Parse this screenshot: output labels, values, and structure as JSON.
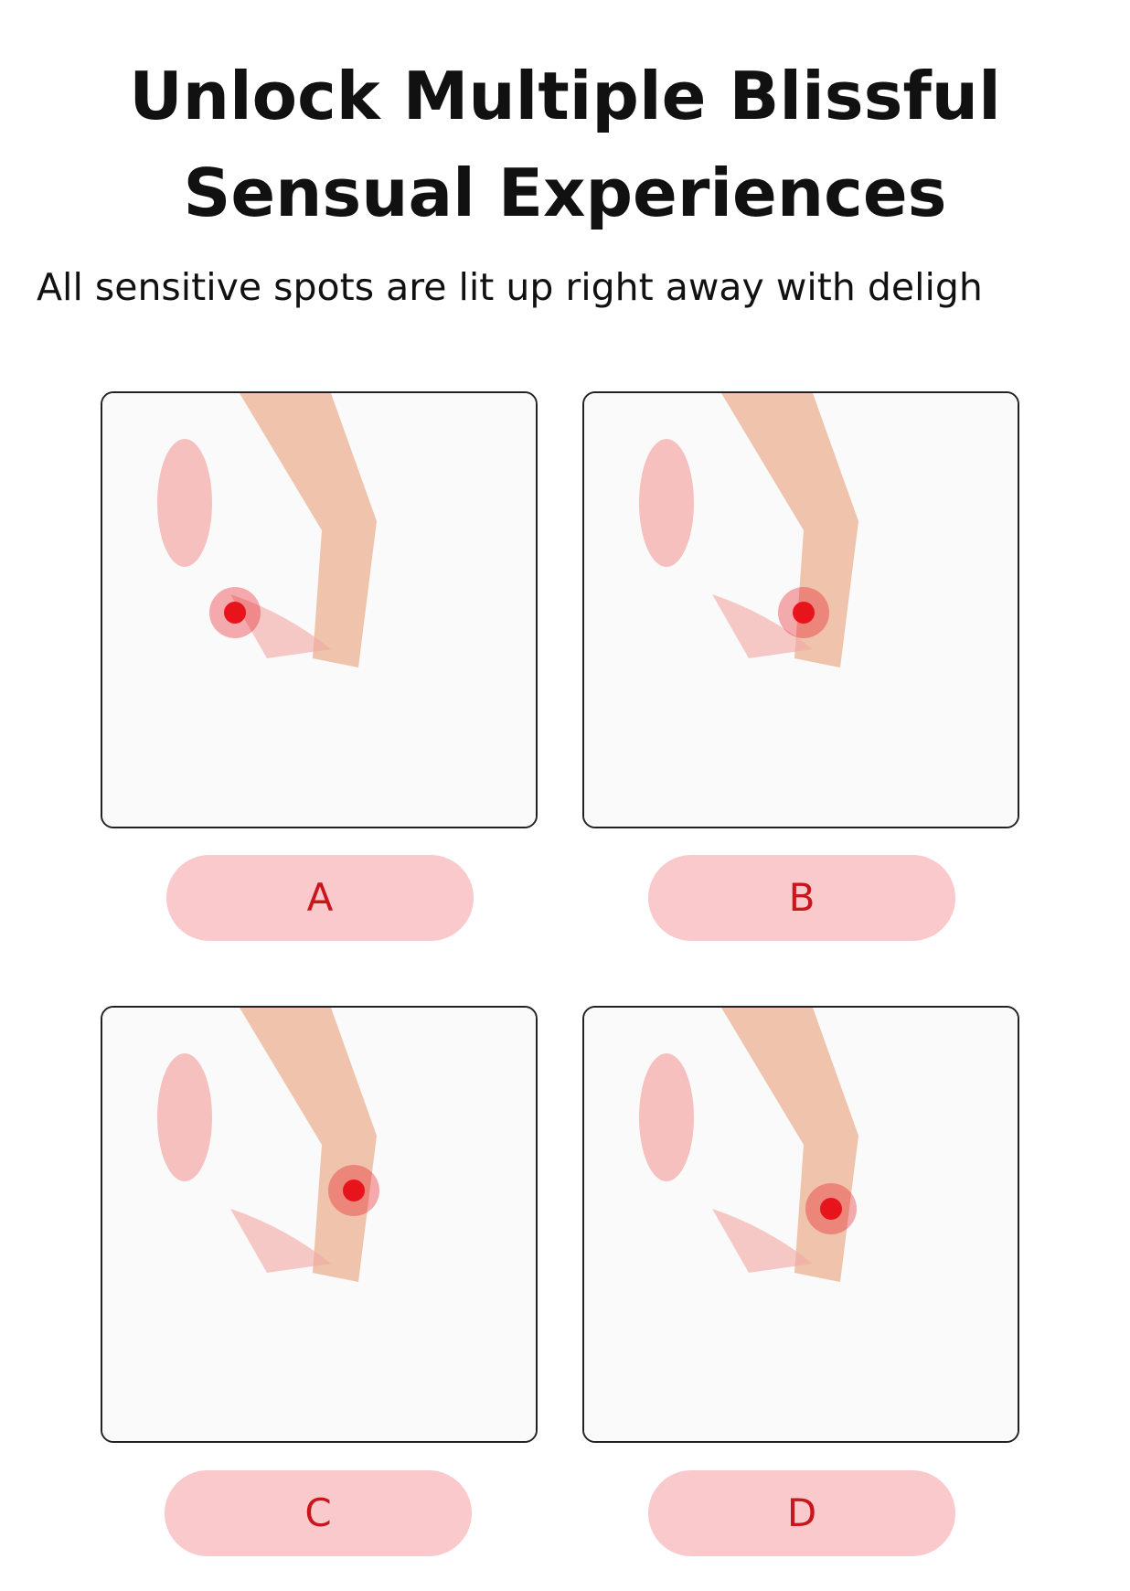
{
  "headline": {
    "line1": "Unlock Multiple Blissful",
    "line2": "Sensual Experiences"
  },
  "subtitle": "All sensitive spots are lit up right away with deligh",
  "panels": [
    {
      "label": "A"
    },
    {
      "label": "B"
    },
    {
      "label": "C"
    },
    {
      "label": "D"
    }
  ],
  "colors": {
    "accent_red": "#c8161d",
    "pill_pink": "#f9c9cb",
    "tissue_pink": "#f2a6a4",
    "tissue_tan": "#e8956c"
  }
}
